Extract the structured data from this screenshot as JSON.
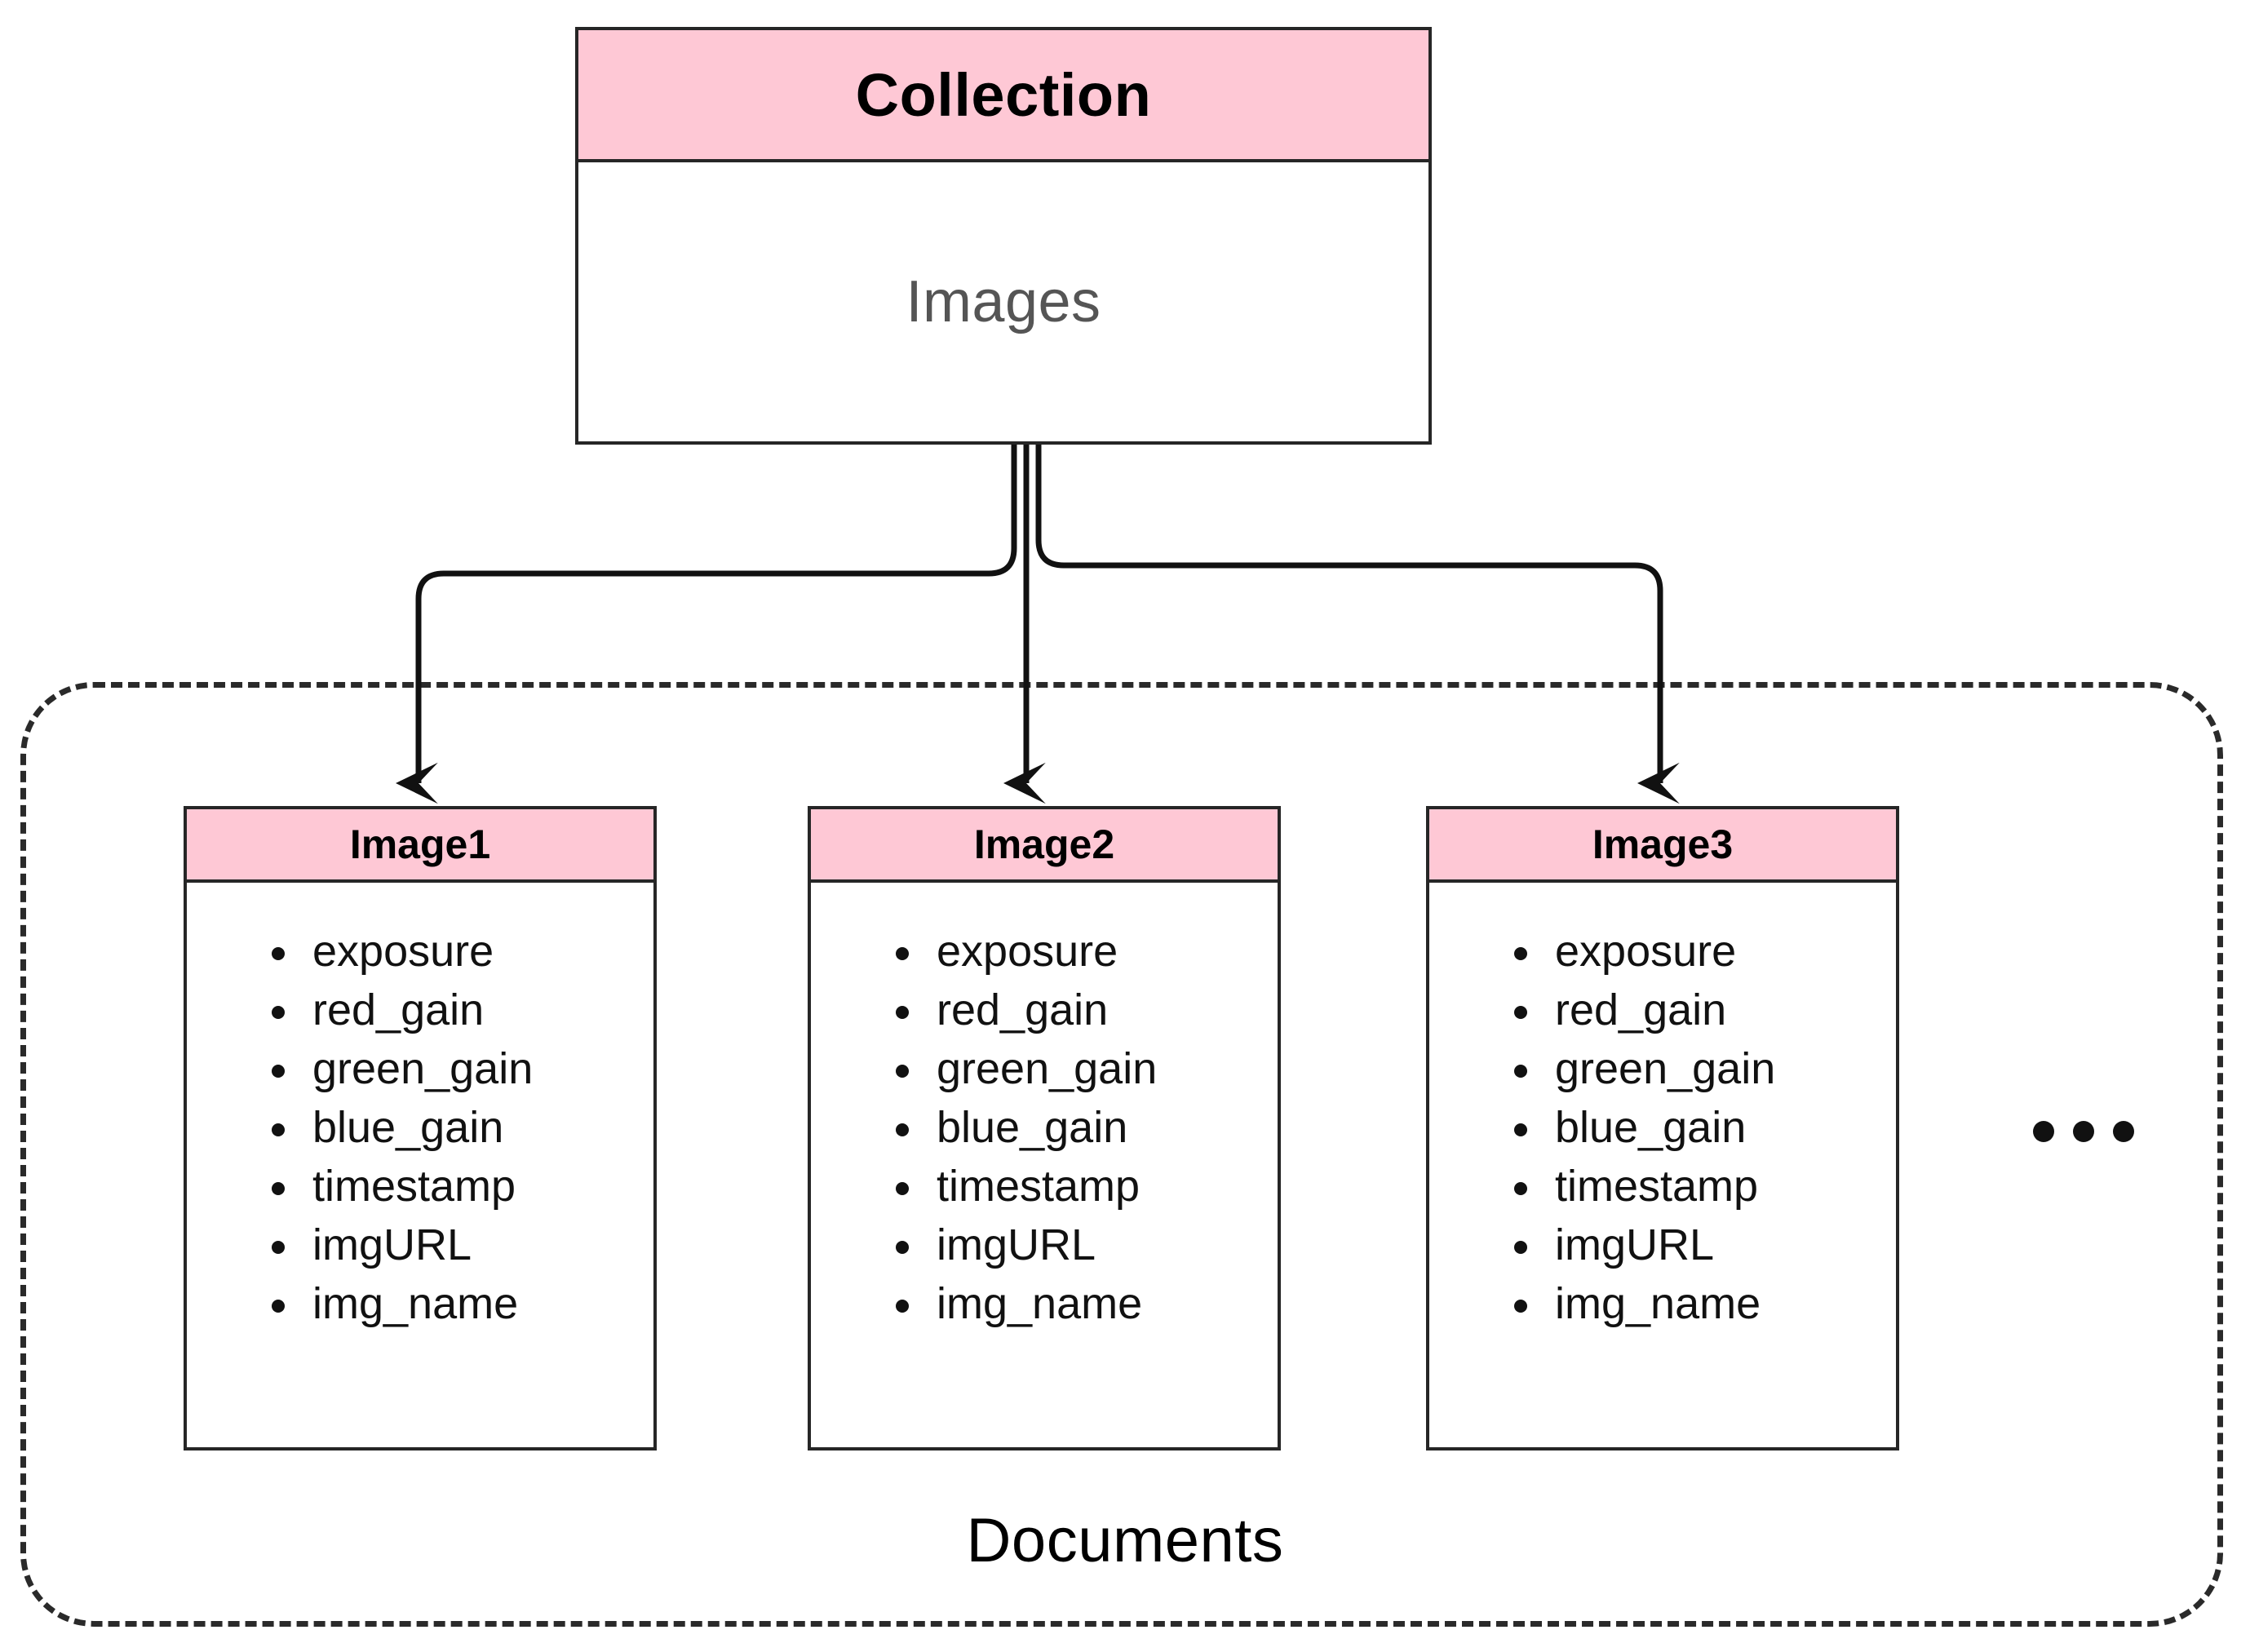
{
  "diagram": {
    "title": "MongoDB Collection and Documents structure",
    "colors": {
      "header_pink": "#FEC8D5",
      "border_dark": "#262626",
      "collection_name_gray": "#555555",
      "text_black": "#111111",
      "dashed_border": "#2A2A2A",
      "background": "#FFFFFF"
    }
  },
  "collection": {
    "header_label": "Collection",
    "name": "Images"
  },
  "documents_group": {
    "label": "Documents",
    "ellipsis": "•••",
    "ellipsis_dots": 3
  },
  "documents": [
    {
      "title": "Image1",
      "fields": [
        "exposure",
        "red_gain",
        "green_gain",
        "blue_gain",
        "timestamp",
        "imgURL",
        "img_name"
      ]
    },
    {
      "title": "Image2",
      "fields": [
        "exposure",
        "red_gain",
        "green_gain",
        "blue_gain",
        "timestamp",
        "imgURL",
        "img_name"
      ]
    },
    {
      "title": "Image3",
      "fields": [
        "exposure",
        "red_gain",
        "green_gain",
        "blue_gain",
        "timestamp",
        "imgURL",
        "img_name"
      ]
    }
  ],
  "connectors": {
    "count": 3,
    "description": "Collection branches to three document arrows"
  }
}
